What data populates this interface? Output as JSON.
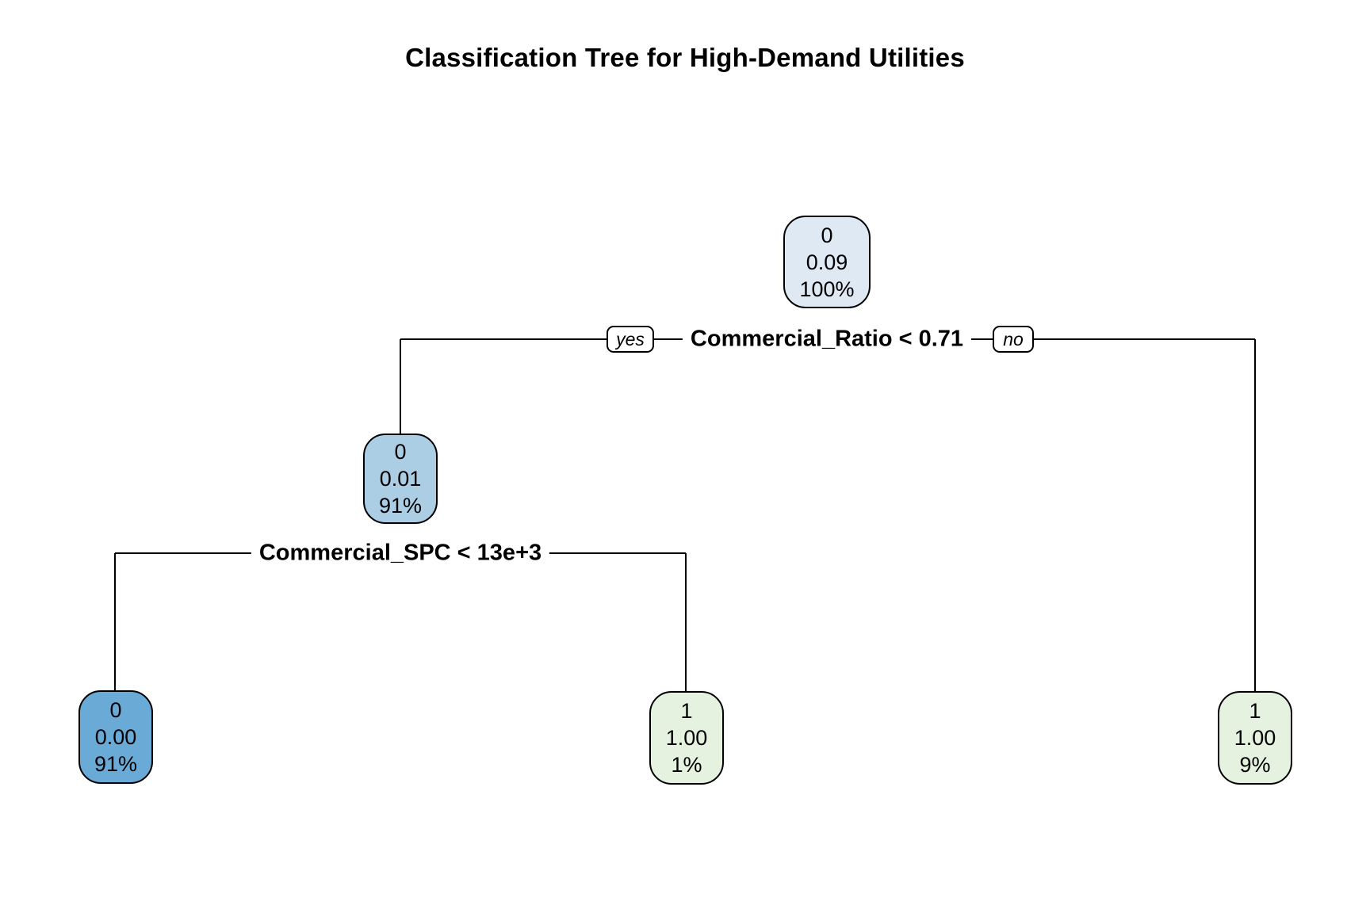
{
  "title": "Classification Tree for High-Demand Utilities",
  "branch_labels": {
    "yes": "yes",
    "no": "no"
  },
  "splits": {
    "root": {
      "condition": "Commercial_Ratio < 0.71"
    },
    "internal": {
      "condition": "Commercial_SPC < 13e+3"
    }
  },
  "nodes": {
    "root": {
      "class": "0",
      "prob": "0.09",
      "coverage": "100%",
      "fill": "#dee9f4"
    },
    "internal": {
      "class": "0",
      "prob": "0.01",
      "coverage": "91%",
      "fill": "#abcee5"
    },
    "leaf_left": {
      "class": "0",
      "prob": "0.00",
      "coverage": "91%",
      "fill": "#6aaad6"
    },
    "leaf_mid": {
      "class": "1",
      "prob": "1.00",
      "coverage": "1%",
      "fill": "#e5f2df"
    },
    "leaf_right": {
      "class": "1",
      "prob": "1.00",
      "coverage": "9%",
      "fill": "#e5f2df"
    }
  },
  "colors": {
    "branch_line": "#000000",
    "node_border": "#000000",
    "text": "#000000",
    "background": "#ffffff"
  }
}
